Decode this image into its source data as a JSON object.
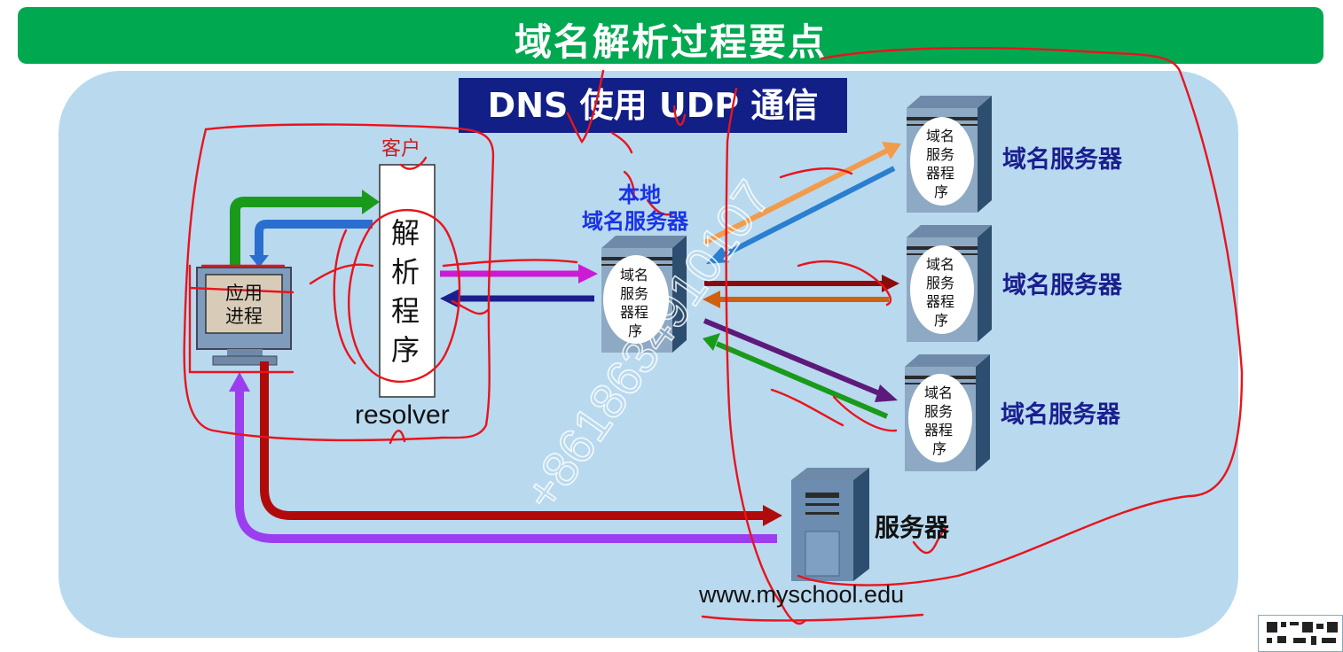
{
  "title": "域名解析过程要点",
  "banner": "DNS 使用 UDP 通信",
  "client": {
    "label_client": "客户",
    "app_process": "应用\n进程",
    "resolver_chars": [
      "解",
      "析",
      "程",
      "序"
    ],
    "resolver_label": "resolver"
  },
  "local_dns": {
    "label_line1": "本地",
    "label_line2": "域名服务器",
    "program_lines": [
      "域名",
      "服务",
      "器程",
      "序"
    ]
  },
  "remote_dns": [
    {
      "label": "域名服务器",
      "program_lines": [
        "域名",
        "服务",
        "器程",
        "序"
      ]
    },
    {
      "label": "域名服务器",
      "program_lines": [
        "域名",
        "服务",
        "器程",
        "序"
      ]
    },
    {
      "label": "域名服务器",
      "program_lines": [
        "域名",
        "服务",
        "器程",
        "序"
      ]
    }
  ],
  "web_server": {
    "label": "服务器",
    "host": "www.myschool.edu"
  },
  "watermark": "+8618634910107",
  "colors": {
    "title_bg": "#00a850",
    "banner_bg": "#121f86",
    "panel_bg": "#b9d9ef",
    "annotation": "#e8141c"
  }
}
